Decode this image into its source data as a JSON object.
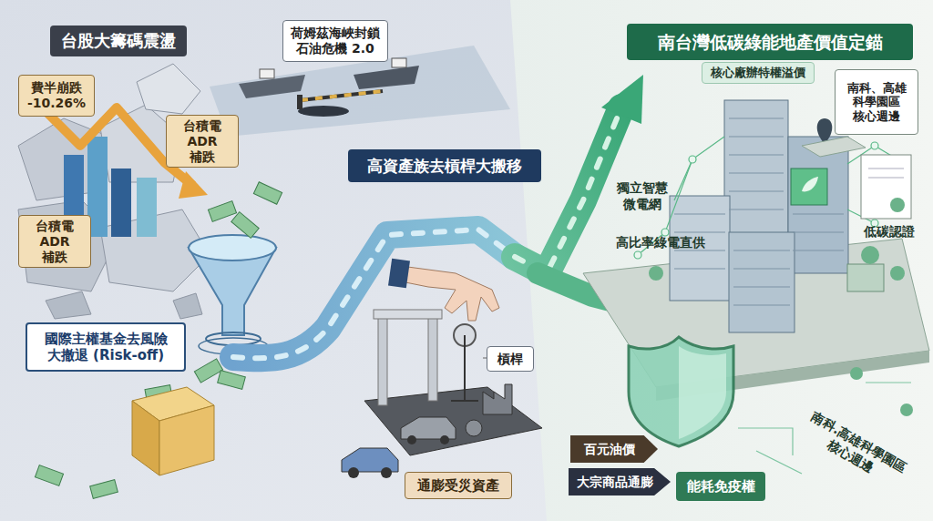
{
  "diagram": {
    "nodes": [
      {
        "text": [
          "台股大籌碼震盪"
        ]
      },
      {
        "text": [
          "費半崩跌 -10.26%"
        ]
      },
      {
        "text": [
          "台積電 ADR 補跌"
        ]
      },
      {
        "text": [
          "台積電 ADR 補跌"
        ]
      },
      {
        "text": [
          "荷姆茲海峽封鎖 石油危機 2.0"
        ]
      },
      {
        "text": [
          "國際主權基金去風險 大撤退 (Risk-off)"
        ]
      },
      {
        "text": [
          "高資產族去槓桿大搬移"
        ]
      },
      {
        "text": [
          "槓桿"
        ]
      },
      {
        "text": [
          "通膨受災資產"
        ]
      },
      {
        "text": [
          "南台灣低碳綠能地產價值定錨"
        ]
      },
      {
        "text": [
          "核心廠辦特權溢價"
        ]
      },
      {
        "text": [
          "南科、高雄 科學園區 核心週邊"
        ]
      },
      {
        "text": [
          "百元油價"
        ]
      },
      {
        "text": [
          "大宗商品通膨"
        ]
      },
      {
        "text": [
          "能耗免疫權"
        ]
      }
    ],
    "labels": [
      "獨立智慧 微電網",
      "高比率綠電直供",
      "低碳認證",
      "南科.高雄科學園區 核心週邊"
    ]
  }
}
